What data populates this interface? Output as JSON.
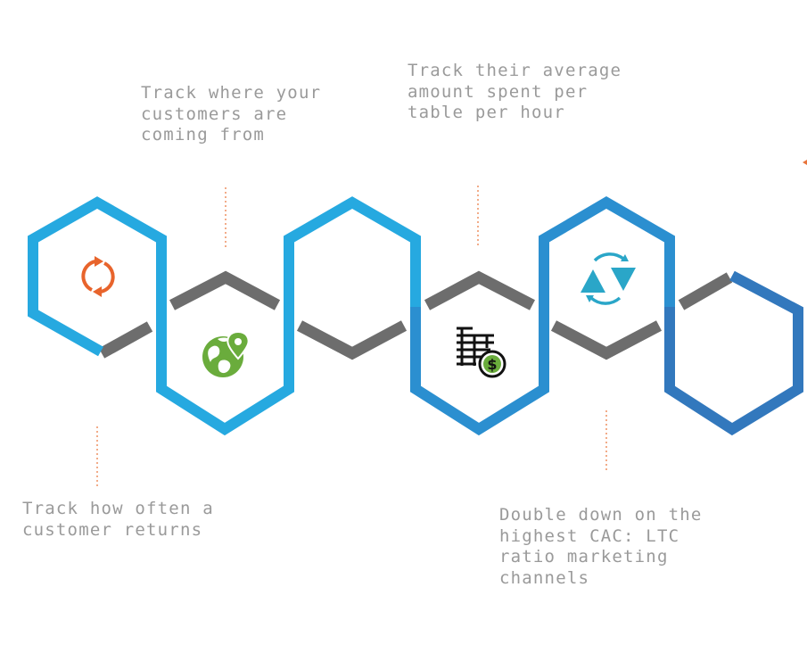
{
  "colors": {
    "hex_light": "#26a9e0",
    "hex_mid": "#2b8fd0",
    "hex_dark": "#3278bd",
    "connector": "#6d6d6d",
    "dotted_line": "#e8743b",
    "label_text": "#9a9a9a",
    "icon_orange": "#e8642c",
    "icon_green": "#6aac3c",
    "icon_teal": "#2aa6c8"
  },
  "steps": [
    {
      "label": "Track how often a\ncustomer returns",
      "icon": "refresh-cycle-icon"
    },
    {
      "label": "Track where your\ncustomers are\ncoming from",
      "icon": "globe-location-pin-icon"
    },
    {
      "label": "",
      "icon": ""
    },
    {
      "label": "Track their average\namount spent per\ntable per hour",
      "icon": "ledger-dollar-icon"
    },
    {
      "label": "",
      "icon": "exchange-triangles-icon"
    },
    {
      "label": "Double down on the\nhighest CAC: LTC\nratio marketing\nchannels",
      "icon": ""
    }
  ]
}
